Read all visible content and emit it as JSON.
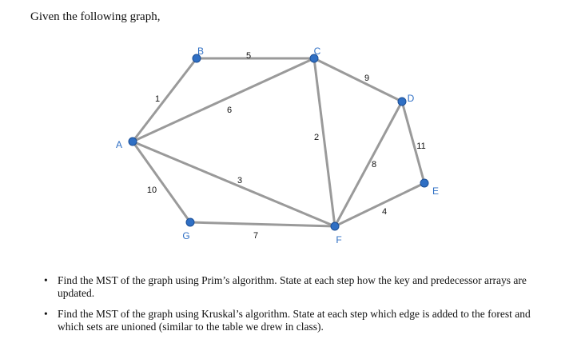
{
  "intro": "Given the following graph,",
  "graph": {
    "nodes": [
      {
        "id": "A",
        "label": "A"
      },
      {
        "id": "B",
        "label": "B"
      },
      {
        "id": "C",
        "label": "C"
      },
      {
        "id": "D",
        "label": "D"
      },
      {
        "id": "E",
        "label": "E"
      },
      {
        "id": "F",
        "label": "F"
      },
      {
        "id": "G",
        "label": "G"
      }
    ],
    "edges": [
      {
        "from": "A",
        "to": "B",
        "weight": "1"
      },
      {
        "from": "B",
        "to": "C",
        "weight": "5"
      },
      {
        "from": "A",
        "to": "C",
        "weight": "6"
      },
      {
        "from": "C",
        "to": "D",
        "weight": "9"
      },
      {
        "from": "C",
        "to": "F",
        "weight": "2"
      },
      {
        "from": "A",
        "to": "F",
        "weight": "3"
      },
      {
        "from": "A",
        "to": "G",
        "weight": "10"
      },
      {
        "from": "G",
        "to": "F",
        "weight": "7"
      },
      {
        "from": "D",
        "to": "F",
        "weight": "8"
      },
      {
        "from": "D",
        "to": "E",
        "weight": "11"
      },
      {
        "from": "F",
        "to": "E",
        "weight": "4"
      }
    ],
    "node_color": "#2f6fc4",
    "edge_color": "#9a9a9a"
  },
  "tasks": [
    {
      "bullet": "•",
      "text": "Find the MST of the graph using Prim’s algorithm. State at each step how the key and predecessor arrays are updated."
    },
    {
      "bullet": "•",
      "text": "Find the MST of the graph using Kruskal’s algorithm. State at each step which edge is added to the forest and which sets are unioned (similar to the table we drew in class)."
    }
  ]
}
